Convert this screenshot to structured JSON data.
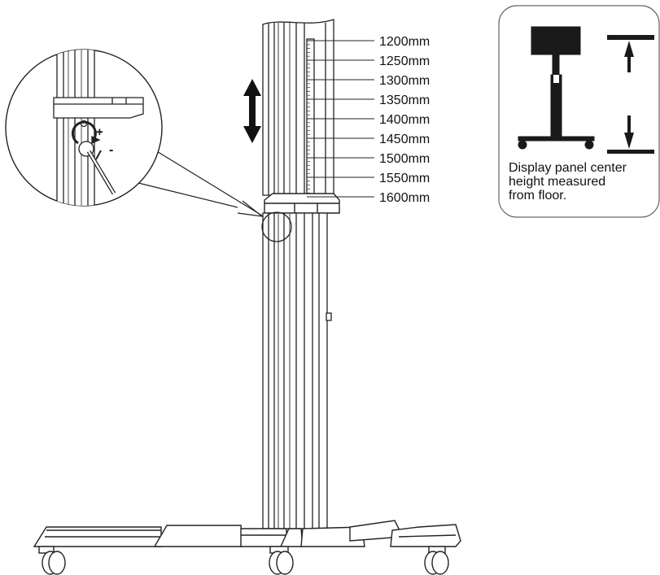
{
  "height_scale": {
    "labels": [
      "1200mm",
      "1250mm",
      "1300mm",
      "1350mm",
      "1400mm",
      "1450mm",
      "1500mm",
      "1550mm",
      "1600mm"
    ]
  },
  "info_box": {
    "lines": [
      "Display panel center",
      "height measured",
      "from floor."
    ]
  },
  "icons": {
    "updown": "double-headed-vertical-arrow-icon",
    "plus": "+",
    "minus": "-"
  }
}
